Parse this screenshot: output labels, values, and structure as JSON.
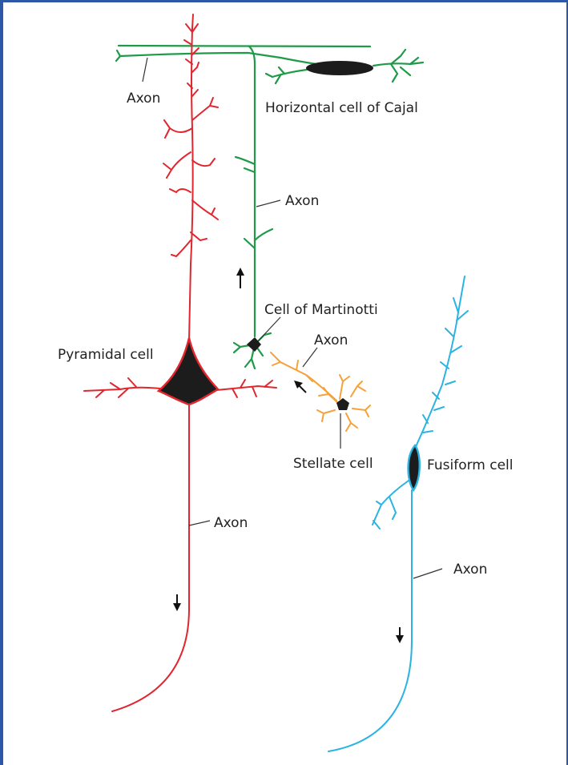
{
  "colors": {
    "pyramidal": "#e0262f",
    "cajal": "#1f9a48",
    "martinotti": "#1f9a48",
    "stellate": "#f5a23a",
    "fusiform": "#2bb3e3",
    "soma": "#1c1c1c",
    "frame": "#2f57a8"
  },
  "labels": {
    "cajal_axon": "Axon",
    "cajal": "Horizontal cell of Cajal",
    "martinotti_axon": "Axon",
    "martinotti": "Cell of Martinotti",
    "stellate_axon": "Axon",
    "pyramidal": "Pyramidal cell",
    "stellate": "Stellate cell",
    "fusiform": "Fusiform cell",
    "pyramidal_axon": "Axon",
    "fusiform_axon": "Axon"
  }
}
